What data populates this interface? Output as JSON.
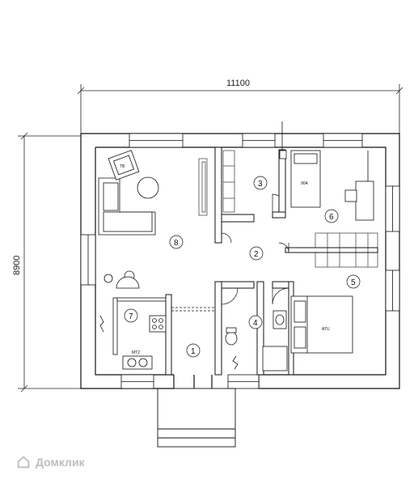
{
  "dimensions": {
    "width": "11100",
    "height": "8900"
  },
  "rooms": [
    {
      "id": "1",
      "label": "1"
    },
    {
      "id": "2",
      "label": "2"
    },
    {
      "id": "3",
      "label": "3"
    },
    {
      "id": "4",
      "label": "4"
    },
    {
      "id": "5",
      "label": "5"
    },
    {
      "id": "6",
      "label": "6"
    },
    {
      "id": "7",
      "label": "7"
    },
    {
      "id": "8",
      "label": "8"
    }
  ],
  "furniture_labels": {
    "bed_small": "90A",
    "bed_large": "ATU",
    "armchair": "ТВ",
    "kitchen_sink": "МТ2"
  },
  "watermark": "Домклик"
}
